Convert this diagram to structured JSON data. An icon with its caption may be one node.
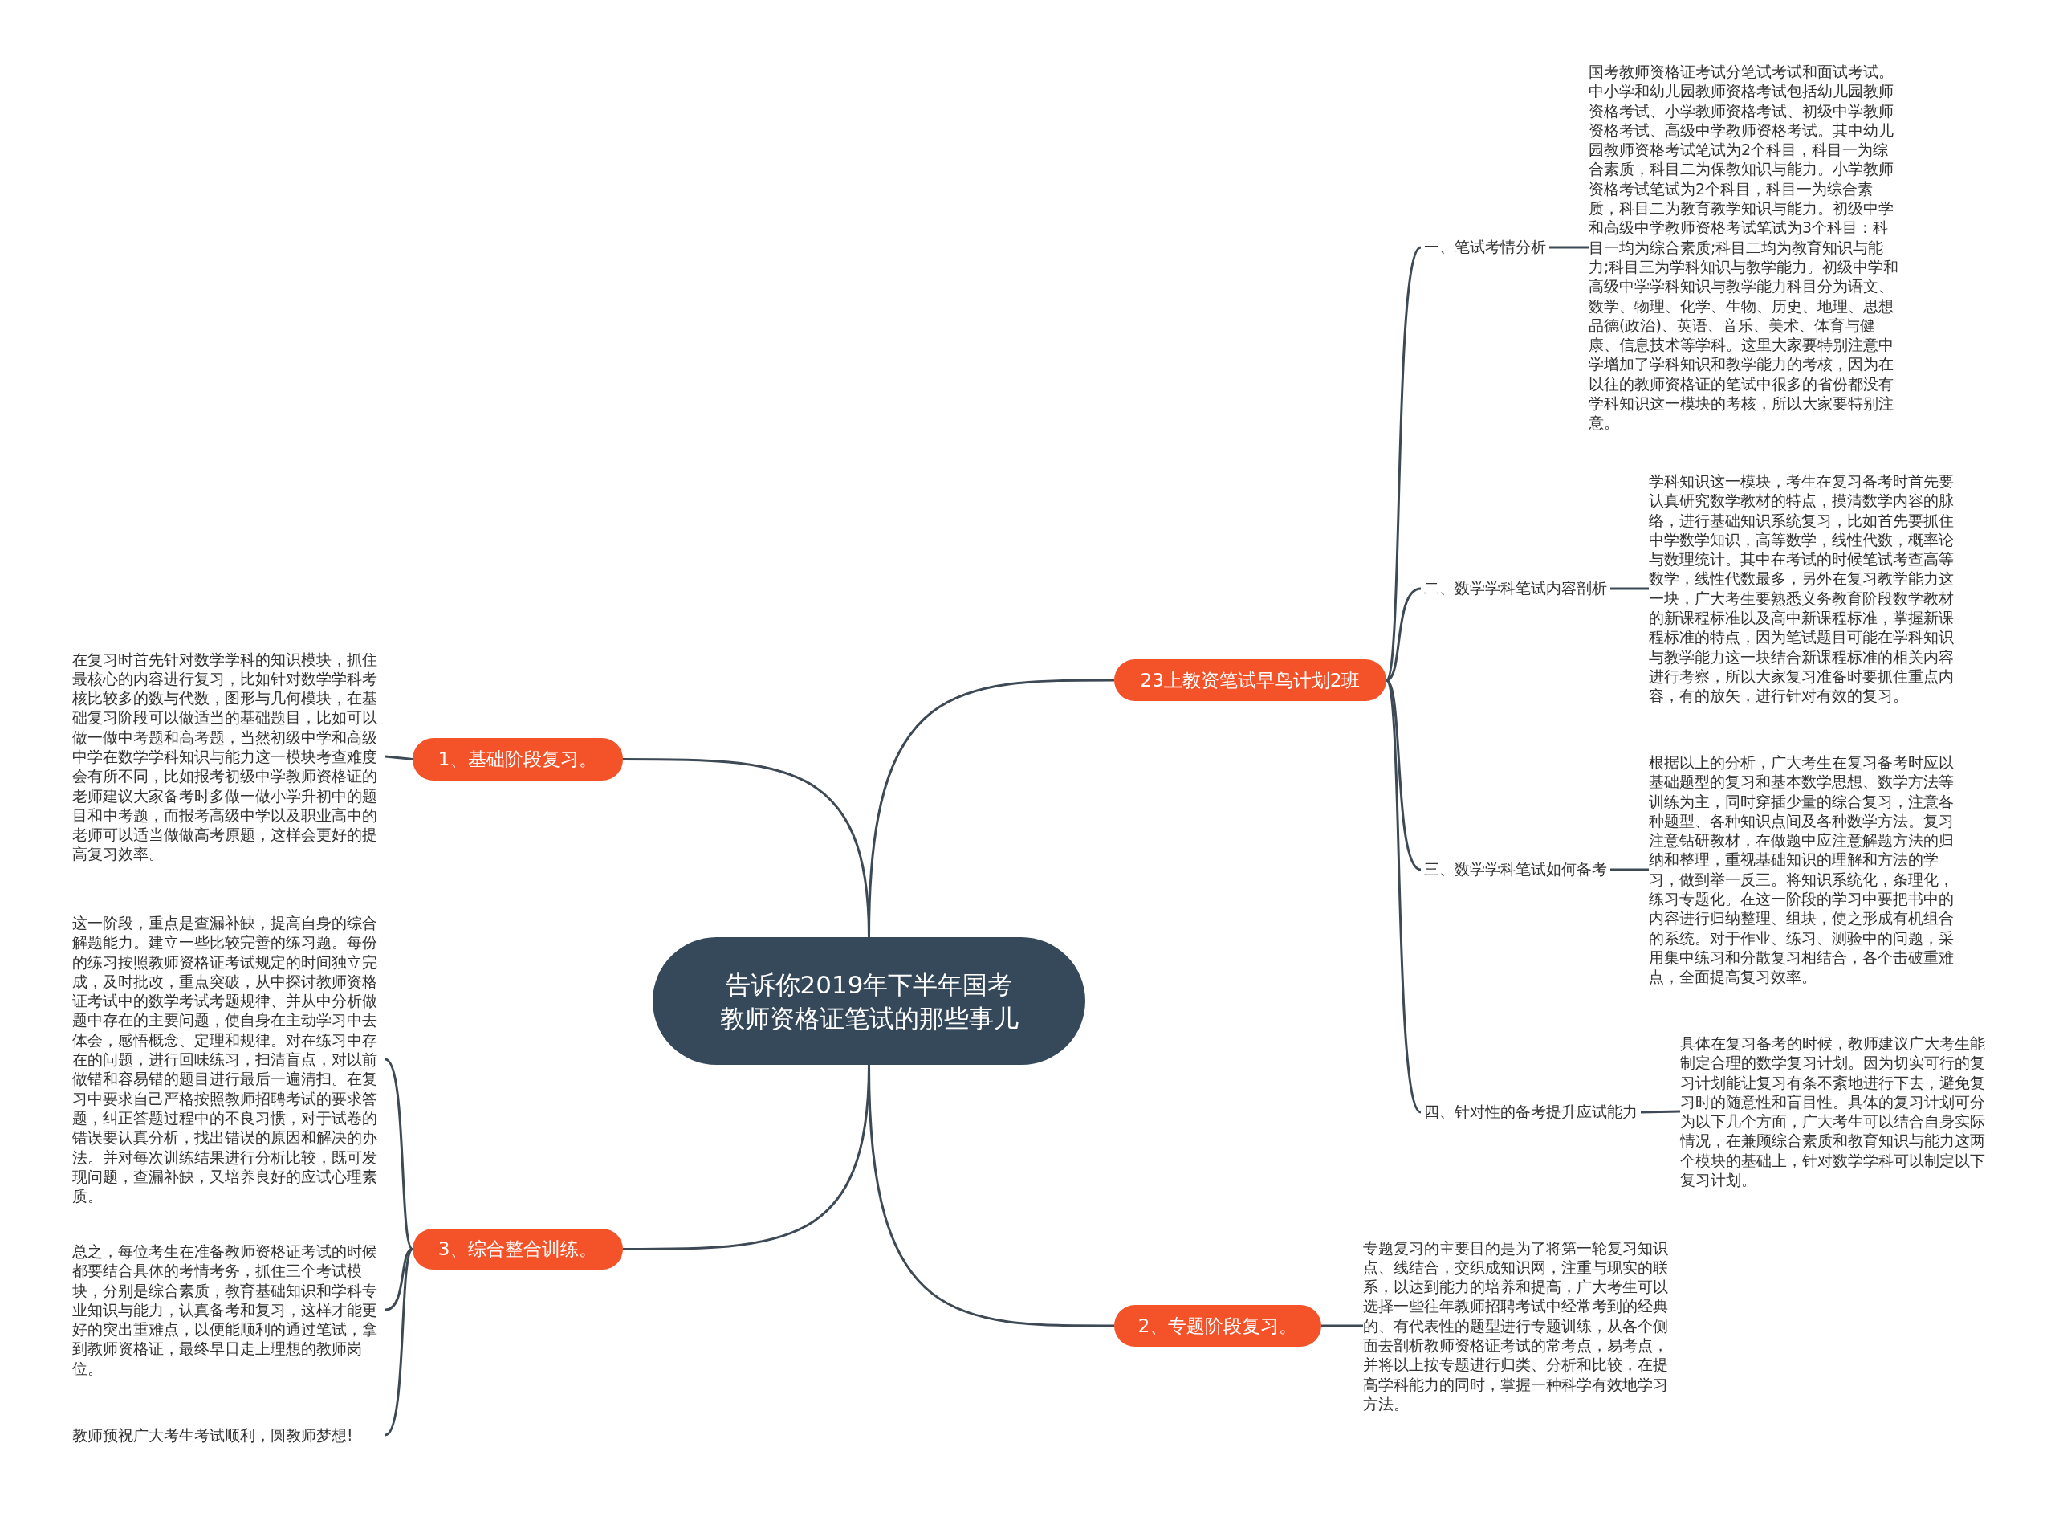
{
  "diagram": {
    "nodes": [
      {
        "text": [
          "告诉你2019年下半年国考教师资格证笔试的那些事儿"
        ]
      },
      {
        "text": [
          "23上教资笔试早鸟计划2班"
        ]
      },
      {
        "text": [
          "一、笔试考情分析"
        ]
      },
      {
        "text": [
          "国考教师资格证考试分笔试考试和面试考试。中小学和幼儿园教师资格考试包括幼儿园教师资格考试、小学教师资格考试、初级中学教师资格考试、高级中学教师资格考试。其中幼儿园教师资格考试笔试为2个科目，科目一为综合素质，科目二为保教知识与能力。小学教师资格考试笔试为2个科目，科目一为综合素质，科目二为教育教学知识与能力。初级中学和高级中学教师资格考试笔试为3个科目：科目一均为综合素质;科目二均为教育知识与能力;科目三为学科知识与教学能力。初级中学和高级中学学科知识与教学能力科目分为语文、数学、物理、化学、生物、历史、地理、思想品德(政治)、英语、音乐、美术、体育与健康、信息技术等学科。这里大家要特别注意中学增加了学科知识和教学能力的考核，因为在以往的教师资格证的笔试中很多的省份都没有学科知识这一模块的考核，所以大家要特别注意。"
        ]
      },
      {
        "text": [
          "二、数学学科笔试内容剖析"
        ]
      },
      {
        "text": [
          "学科知识这一模块，考生在复习备考时首先要认真研究数学教材的特点，摸清数学内容的脉络，进行基础知识系统复习，比如首先要抓住中学数学知识，高等数学，线性代数，概率论与数理统计。其中在考试的时候笔试考查高等数学，线性代数最多，另外在复习教学能力这一块，广大考生要熟悉义务教育阶段数学教材的新课程标准以及高中新课程标准，掌握新课程标准的特点，因为笔试题目可能在学科知识与教学能力这一块结合新课程标准的相关内容进行考察，所以大家复习准备时要抓住重点内容，有的放矢，进行针对有效的复习。"
        ]
      },
      {
        "text": [
          "三、数学学科笔试如何备考"
        ]
      },
      {
        "text": [
          "根据以上的分析，广大考生在复习备考时应以基础题型的复习和基本数学思想、数学方法等训练为主，同时穿插少量的综合复习，注意各种题型、各种知识点间及各种数学方法。复习注意钻研教材，在做题中应注意解题方法的归纳和整理，重视基础知识的理解和方法的学习，做到举一反三。将知识系统化，条理化，练习专题化。在这一阶段的学习中要把书中的内容进行归纳整理、组块，使之形成有机组合的系统。对于作业、练习、测验中的问题，采用集中练习和分散复习相结合，各个击破重难点，全面提高复习效率。"
        ]
      },
      {
        "text": [
          "四、针对性的备考提升应试能力"
        ]
      },
      {
        "text": [
          "具体在复习备考的时候，教师建议广大考生能制定合理的数学复习计划。因为切实可行的复习计划能让复习有条不紊地进行下去，避免复习时的随意性和盲目性。具体的复习计划可分为以下几个方面，广大考生可以结合自身实际情况，在兼顾综合素质和教育知识与能力这两个模块的基础上，针对数学学科可以制定以下复习计划。"
        ]
      },
      {
        "text": [
          "2、专题阶段复习。"
        ]
      },
      {
        "text": [
          "专题复习的主要目的是为了将第一轮复习知识点、线结合，交织成知识网，注重与现实的联系，以达到能力的培养和提高，广大考生可以选择一些往年教师招聘考试中经常考到的经典的、有代表性的题型进行专题训练，从各个侧面去剖析教师资格证考试的常考点，易考点，并将以上按专题进行归类、分析和比较，在提高学科能力的同时，掌握一种科学有效地学习方法。"
        ]
      },
      {
        "text": [
          "1、基础阶段复习。"
        ]
      },
      {
        "text": [
          "在复习时首先针对数学学科的知识模块，抓住最核心的内容进行复习，比如针对数学学科考核比较多的数与代数，图形与几何模块，在基础复习阶段可以做适当的基础题目，比如可以做一做中考题和高考题，当然初级中学和高级中学在数学学科知识与能力这一模块考查难度会有所不同，比如报考初级中学教师资格证的老师建议大家备考时多做一做小学升初中的题目和中考题，而报考高级中学以及职业高中的老师可以适当做做高考原题，这样会更好的提高复习效率。"
        ]
      },
      {
        "text": [
          "3、综合整合训练。"
        ]
      },
      {
        "text": [
          "这一阶段，重点是查漏补缺，提高自身的综合解题能力。建立一些比较完善的练习题。每份的练习按照教师资格证考试规定的时间独立完成，及时批改，重点突破，从中探讨教师资格证考试中的数学考试考题规律、并从中分析做题中存在的主要问题，使自身在主动学习中去体会，感悟概念、定理和规律。对在练习中存在的问题，进行回味练习，扫清盲点，对以前做错和容易错的题目进行最后一遍清扫。在复习中要求自己严格按照教师招聘考试的要求答题，纠正答题过程中的不良习惯，对于试卷的错误要认真分析，找出错误的原因和解决的办法。并对每次训练结果进行分析比较，既可发现问题，查漏补缺，又培养良好的应试心理素质。"
        ]
      },
      {
        "text": [
          "总之，每位考生在准备教师资格证考试的时候都要结合具体的考情考务，抓住三个考试模块，分别是综合素质，教育基础知识和学科专业知识与能力，认真备考和复习，这样才能更好的突出重难点，以便能顺利的通过笔试，拿到教师资格证，最终早日走上理想的教师岗位。"
        ]
      },
      {
        "text": [
          "教师预祝广大考生考试顺利，圆教师梦想!"
        ]
      }
    ],
    "edges": [
      {
        "from": 0,
        "to": 1,
        "arrow": "none"
      },
      {
        "from": 1,
        "to": 2,
        "arrow": "none"
      },
      {
        "from": 2,
        "to": 3,
        "arrow": "none"
      },
      {
        "from": 1,
        "to": 4,
        "arrow": "none"
      },
      {
        "from": 4,
        "to": 5,
        "arrow": "none"
      },
      {
        "from": 1,
        "to": 6,
        "arrow": "none"
      },
      {
        "from": 6,
        "to": 7,
        "arrow": "none"
      },
      {
        "from": 1,
        "to": 8,
        "arrow": "none"
      },
      {
        "from": 8,
        "to": 9,
        "arrow": "none"
      },
      {
        "from": 0,
        "to": 10,
        "arrow": "none"
      },
      {
        "from": 10,
        "to": 11,
        "arrow": "none"
      },
      {
        "from": 0,
        "to": 12,
        "arrow": "none"
      },
      {
        "from": 12,
        "to": 13,
        "arrow": "none"
      },
      {
        "from": 0,
        "to": 14,
        "arrow": "none"
      },
      {
        "from": 14,
        "to": 15,
        "arrow": "none"
      },
      {
        "from": 14,
        "to": 16,
        "arrow": "none"
      },
      {
        "from": 14,
        "to": 17,
        "arrow": "none"
      }
    ]
  }
}
